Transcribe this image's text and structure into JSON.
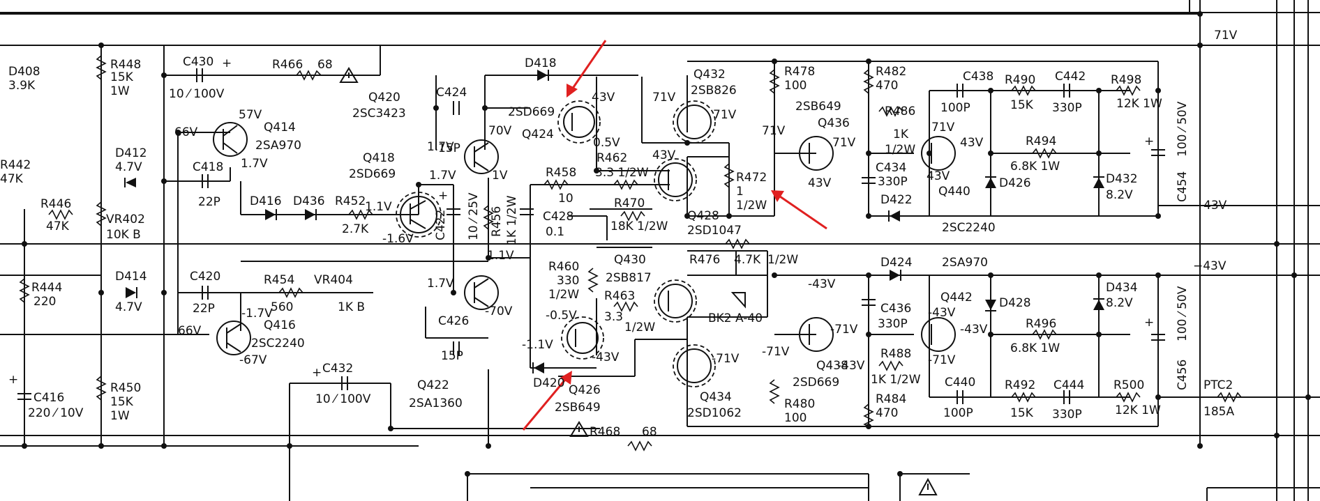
{
  "labels": {
    "d408": "D408",
    "d408v": "3.9K",
    "r448": "R448",
    "r448v": "15K",
    "r448w": "1W",
    "c430": "C430",
    "c430plus": "+",
    "c430v": "10 ⁄ 100V",
    "r466": "R466",
    "r466v": "68",
    "q420": "Q420",
    "q420t": "2SC3423",
    "c424": "C424",
    "c424v": "15P",
    "d418": "D418",
    "q424t": "2SD669",
    "q424": "Q424",
    "v43a": "43V",
    "v05": "0.5V",
    "v70a": "70V",
    "v17a": "1.7V",
    "v57": "57V",
    "v66a": "66V",
    "q414": "Q414",
    "q414t": "2SA970",
    "v17b": "1.7V",
    "r442": "R442",
    "r442v": "47K",
    "d412": "D412",
    "d412v": "4.7V",
    "c418": "C418",
    "c418v": "22P",
    "q418": "Q418",
    "q418t": "2SD669",
    "v17c": "1.7V",
    "v1a": "1V",
    "r458": "R458",
    "r458v": "10",
    "r462": "R462",
    "r462v": "3.3 1/2W",
    "r446": "R446",
    "r446v": "47K",
    "vr402": "VR402",
    "vr402v": "10K B",
    "d416": "D416",
    "d436": "D436",
    "r452": "R452",
    "r452v": "2.7K",
    "v11": "1.1V",
    "v16": "-1.6V",
    "c422": "C422",
    "c422plus": "+",
    "c422v": "10 ⁄ 25V",
    "r456": "R456",
    "r456v": "1K 1/2W",
    "c428": "C428",
    "c428v": "0.1",
    "r470": "R470",
    "r470v": "18K 1/2W",
    "r444": "R444",
    "r444v": "220",
    "d414": "D414",
    "d414v": "4.7V",
    "c420": "C420",
    "c420v": "22P",
    "r454": "R454",
    "r454v": "560",
    "vr404": "VR404",
    "vr404v": "1K B",
    "v17d": "1.7V",
    "v11b": "1.1V",
    "v17e": "-1.7V",
    "r460": "R460",
    "r460v": "330",
    "r460w": "1/2W",
    "q430": "Q430",
    "q430t": "2SB817",
    "r463": "R463",
    "r463v": "3.3",
    "r463w": "1/2W",
    "v66b": "66V",
    "q416": "Q416",
    "q416t": "2SC2240",
    "v67": "-67V",
    "c426": "C426",
    "c426v": "15P",
    "v70b": "-70V",
    "v05b": "-0.5V",
    "v11c": "-1.1V",
    "v43b": "-43V",
    "d420": "D420",
    "q426": "Q426",
    "q426t": "2SB649",
    "q422": "Q422",
    "q422t": "2SA1360",
    "c432": "C432",
    "c432plus": "+",
    "c432v": "10 ⁄ 100V",
    "c416plus": "+",
    "c416": "C416",
    "c416v": "220 ⁄ 10V",
    "r450": "R450",
    "r450v": "15K",
    "r450w": "1W",
    "r468": "R468",
    "r468v": "68",
    "q432": "Q432",
    "q432t": "2SB826",
    "v71a": "71V",
    "v71b": "71V",
    "r478": "R478",
    "r478v": "100",
    "r482": "R482",
    "r482v": "470",
    "q436t": "2SB649",
    "q436": "Q436",
    "v71c": "71V",
    "v71d": "71V",
    "v43c": "43V",
    "r472": "R472",
    "r472v": "1",
    "r472w": "1/2W",
    "q428": "Q428",
    "q428t": "2SD1047",
    "r476": "R476",
    "r476v": "4.7K",
    "r476w": "1/2W",
    "bk2": "BK2 A-40",
    "v43d": "43V",
    "r486": "R486",
    "r486v": "1K",
    "r486w": "1/2W",
    "c434": "C434",
    "c434v": "330P",
    "d422": "D422",
    "c438": "C438",
    "c438v": "100P",
    "r490": "R490",
    "r490v": "15K",
    "c442": "C442",
    "c442v": "330P",
    "r498": "R498",
    "r498v": "12K 1W",
    "v71e": "71V",
    "v43e": "43V",
    "v43f": "43V",
    "q440": "Q440",
    "d426": "D426",
    "r494": "R494",
    "r494v": "6.8K 1W",
    "d432": "D432",
    "d432v": "8.2V",
    "c454": "C454",
    "c454v": "100 ⁄ 50V",
    "c454plus": "+",
    "q440t": "2SC2240",
    "v71top": "71V",
    "v43out": "43V",
    "vm43out": "−43V",
    "d424": "D424",
    "q442t": "2SA970",
    "v43g": "-43V",
    "c436": "C436",
    "c436v": "330P",
    "q442": "Q442",
    "v43h": "-43V",
    "v43i": "-43V",
    "d428": "D428",
    "r496": "R496",
    "r496v": "6.8K 1W",
    "d434": "D434",
    "d434v": "8.2V",
    "c456": "C456",
    "c456v": "100 ⁄ 50V",
    "c456plus": "+",
    "v71f": "-71V",
    "v71g": "-71V",
    "v71h": "-71V",
    "v71i": "-71V",
    "q438": "Q438",
    "q438t": "2SD669",
    "q434": "Q434",
    "q434t": "2SD1062",
    "r480": "R480",
    "r480v": "100",
    "r488": "R488",
    "r488v": "1K 1/2W",
    "r484": "R484",
    "r484v": "470",
    "c440": "C440",
    "c440v": "100P",
    "r492": "R492",
    "r492v": "15K",
    "c444": "C444",
    "c444v": "330P",
    "r500": "R500",
    "r500v": "12K 1W",
    "ptc2": "PTC2",
    "ptc2v": "185A",
    "v43j": "-43V"
  }
}
